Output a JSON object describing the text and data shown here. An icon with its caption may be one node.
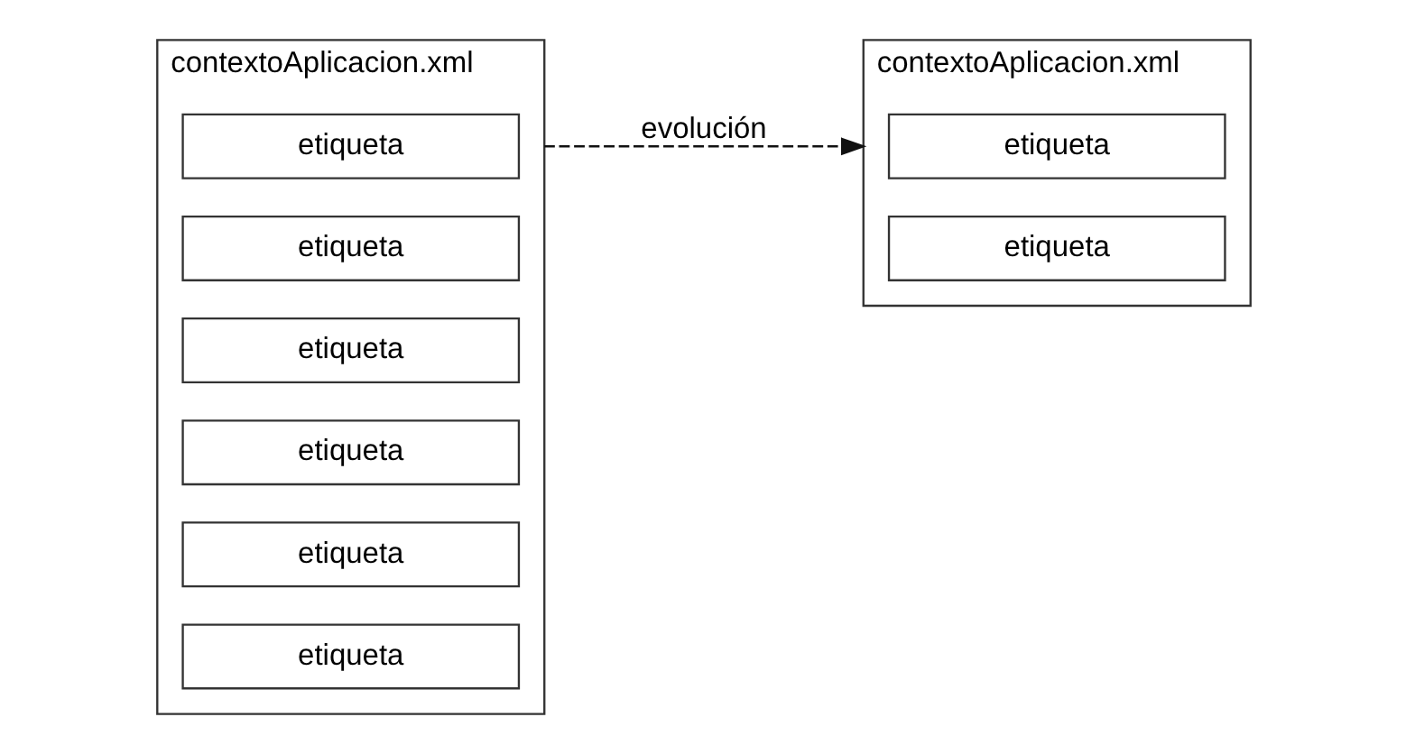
{
  "diagram": {
    "nodes": [
      {
        "text": [
          "contextoAplicacion.xml"
        ]
      },
      {
        "text": [
          "etiqueta"
        ],
        "in": 0
      },
      {
        "text": [
          "etiqueta"
        ],
        "in": 0
      },
      {
        "text": [
          "etiqueta"
        ],
        "in": 0
      },
      {
        "text": [
          "etiqueta"
        ],
        "in": 0
      },
      {
        "text": [
          "etiqueta"
        ],
        "in": 0
      },
      {
        "text": [
          "etiqueta"
        ],
        "in": 0
      },
      {
        "text": [
          "contextoAplicacion.xml"
        ]
      },
      {
        "text": [
          "etiqueta"
        ],
        "in": 7
      },
      {
        "text": [
          "etiqueta"
        ],
        "in": 7
      }
    ],
    "edges": [
      {
        "from": 0,
        "to": 7,
        "arrow": "to",
        "style": "dashed",
        "label": "evolución"
      }
    ]
  }
}
